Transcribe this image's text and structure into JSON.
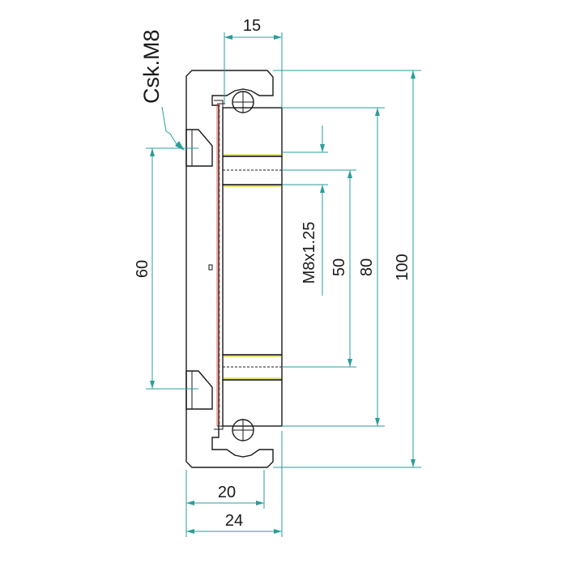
{
  "drawing": {
    "callout": "Csk.M8",
    "dimensions": {
      "top_width": "15",
      "thread": "M8x1.25",
      "d_50": "50",
      "d_80": "80",
      "d_100": "100",
      "d_60": "60",
      "bottom_20": "20",
      "bottom_24": "24"
    }
  },
  "colors": {
    "hatch": "#e0342b",
    "dimension": "#2a9d9a",
    "outline": "#1a1a1a",
    "highlight": "#d9d94a"
  }
}
